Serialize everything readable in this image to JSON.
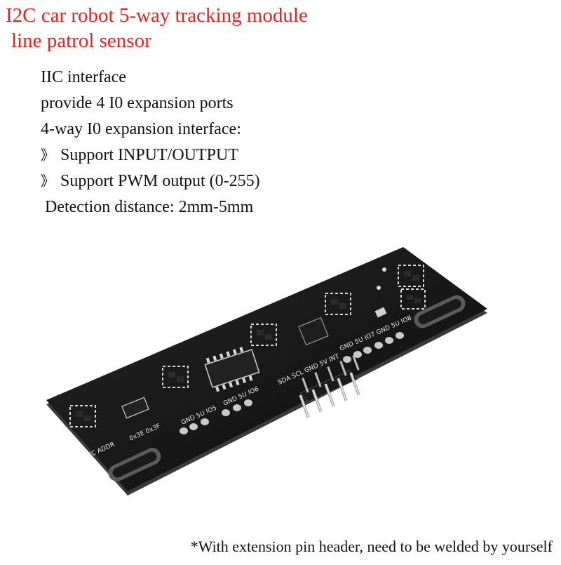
{
  "title": {
    "line1": "I2C car robot 5-way tracking module",
    "line2": "line patrol sensor"
  },
  "features": [
    {
      "bullet": "",
      "text": "IIC interface"
    },
    {
      "bullet": "",
      "text": "provide 4 I0 expansion ports"
    },
    {
      "bullet": "",
      "text": "4-way I0 expansion interface:"
    },
    {
      "bullet": "》",
      "text": "Support INPUT/OUTPUT"
    },
    {
      "bullet": "》",
      "text": "Support PWM output (0-255)"
    },
    {
      "bullet": "",
      "text": "Detection distance: 2mm-5mm"
    }
  ],
  "footnote": "*With extension pin header, need to be welded by yourself",
  "pcb_silkscreen": {
    "group1": "GND 5U IO5",
    "group2": "GND 5U IO6",
    "group3": "GND 5U IO7 GND 5U IO8",
    "header": "SDA SCL GND 5V INT",
    "addr": "I²C ADDR",
    "addr_opts": "0x3E 0x3F"
  },
  "colors": {
    "title": "#e8231f",
    "text": "#111111",
    "pcb": "#141414",
    "pcb_edge": "#3a3a3a",
    "silkscreen": "#e6e6e6",
    "pads": "#c9c9c9"
  }
}
